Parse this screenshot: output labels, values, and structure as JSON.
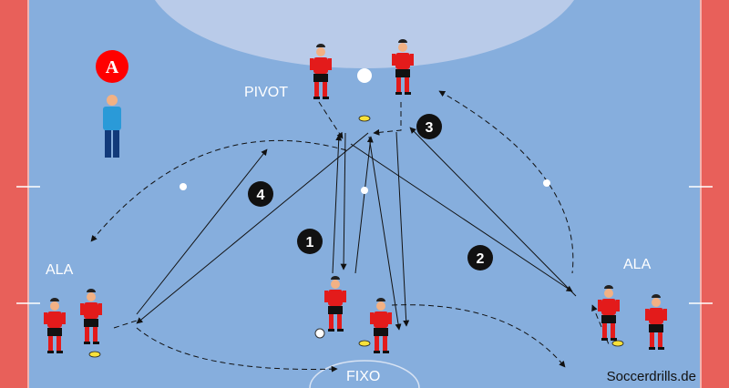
{
  "title": "Soccer drill diagram",
  "labels": {
    "pivot": "PIVOT",
    "ala_left": "ALA",
    "ala_right": "ALA",
    "fixo": "FIXO"
  },
  "badge": "A",
  "steps": [
    "1",
    "2",
    "3",
    "4"
  ],
  "watermark": "Soccerdrills.de",
  "colors": {
    "field": "#86aedd",
    "border": "#e8605a",
    "area": "#b9cbe9",
    "jersey": "#e31b1b",
    "keeper": "#2a9ad8",
    "badge": "#ff0000"
  }
}
